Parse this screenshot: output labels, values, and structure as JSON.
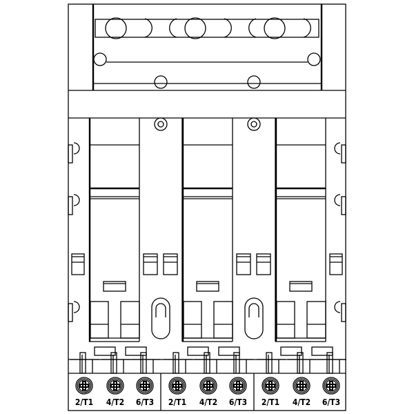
{
  "terminals": {
    "labels": [
      "2/T1",
      "4/T2",
      "6/T3",
      "2/T1",
      "4/T2",
      "6/T3",
      "2/T1",
      "4/T2",
      "6/T3"
    ]
  },
  "colors": {
    "line": "#000000",
    "background": "#ffffff"
  },
  "icons": {
    "terminal_screw": "phillips-screw-icon"
  }
}
